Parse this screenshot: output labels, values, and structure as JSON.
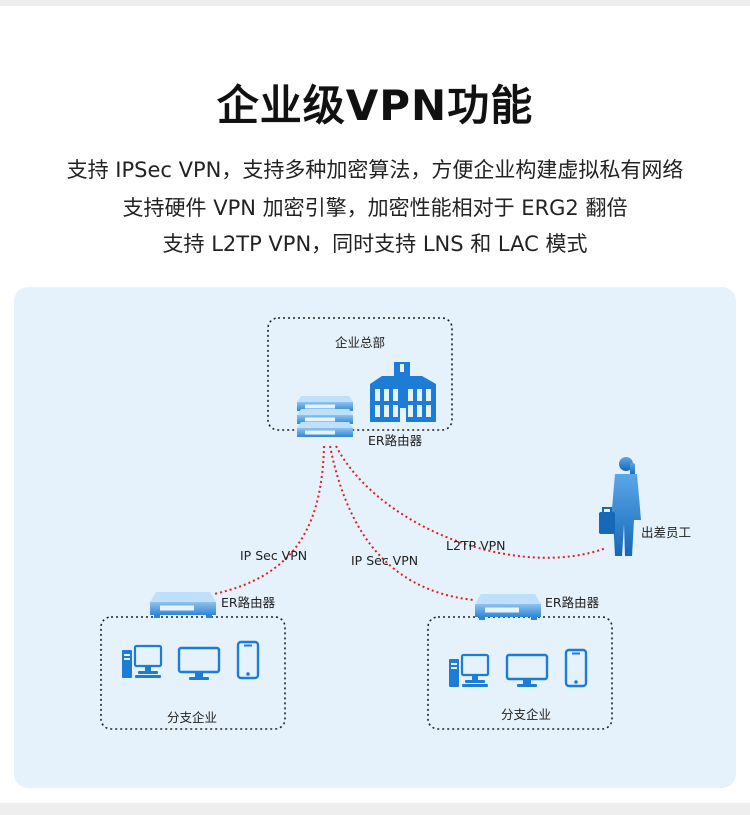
{
  "title": "企业级VPN功能",
  "description": [
    "支持 IPSec VPN，支持多种加密算法，方便企业构建虚拟私有网络",
    "支持硬件 VPN 加密引擎，加密性能相对于 ERG2 翻倍",
    "支持 L2TP VPN，同时支持 LNS 和 LAC 模式"
  ],
  "diagram": {
    "headquarters": {
      "label": "企业总部",
      "router_label": "ER路由器"
    },
    "branch_left": {
      "label": "分支企业",
      "router_label": "ER路由器"
    },
    "branch_right": {
      "label": "分支企业",
      "router_label": "ER路由器"
    },
    "remote_worker": {
      "label": "出差员工"
    },
    "links": {
      "left": "IP Sec VPN",
      "right": "IP Sec VPN",
      "remote": "L2TP VPN"
    }
  },
  "colors": {
    "panel_bg": "#e5f1fb",
    "icon_blue": "#1d7dd6",
    "vpn_line": "#e0201a"
  }
}
